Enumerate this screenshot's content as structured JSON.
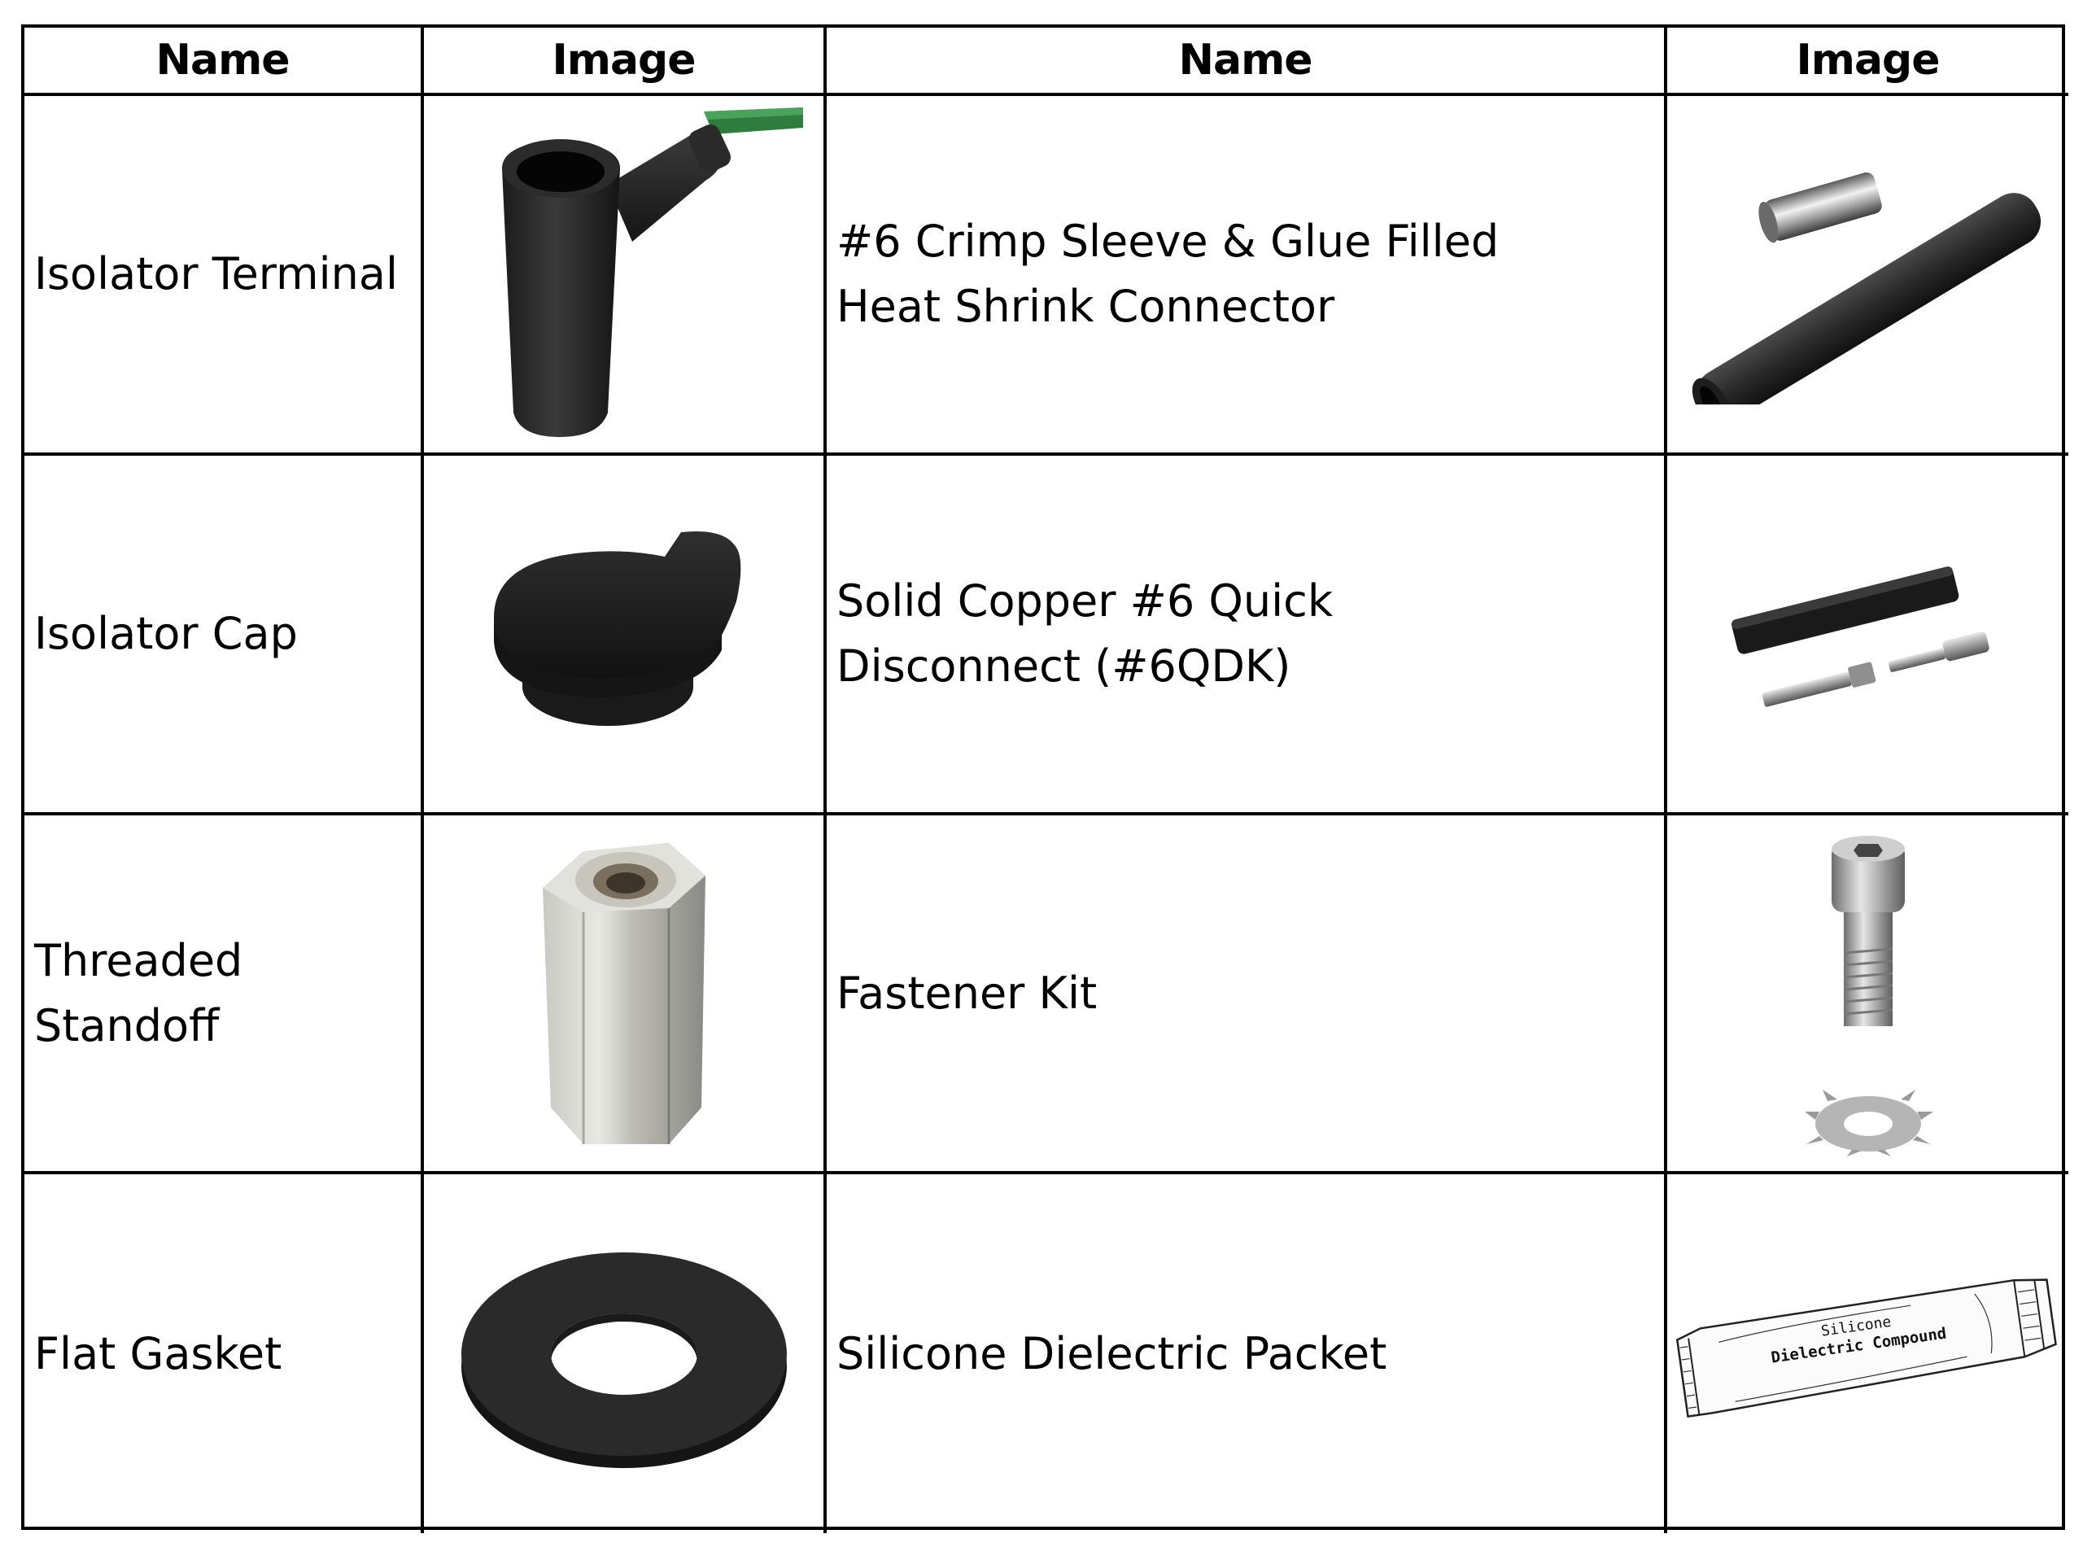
{
  "table": {
    "headers": [
      "Name",
      "Image",
      "Name",
      "Image"
    ],
    "rows": [
      {
        "left_name": "Isolator Terminal",
        "left_image_icon": "isolator-terminal-image",
        "right_name": "#6 Crimp Sleeve & Glue Filled Heat Shrink Connector",
        "right_image_icon": "crimp-sleeve-heat-shrink-image"
      },
      {
        "left_name": "Isolator Cap",
        "left_image_icon": "isolator-cap-image",
        "right_name": "Solid Copper #6 Quick Disconnect (#6QDK)",
        "right_image_icon": "quick-disconnect-image"
      },
      {
        "left_name": "Threaded Standoff",
        "left_image_icon": "threaded-standoff-image",
        "right_name": "Fastener Kit",
        "right_image_icon": "fastener-kit-image"
      },
      {
        "left_name": "Flat Gasket",
        "left_image_icon": "flat-gasket-image",
        "right_name": "Silicone Dielectric Packet",
        "right_image_icon": "silicone-packet-image"
      }
    ],
    "packet_label": [
      "Silicone",
      "Dielectric Compound"
    ]
  }
}
